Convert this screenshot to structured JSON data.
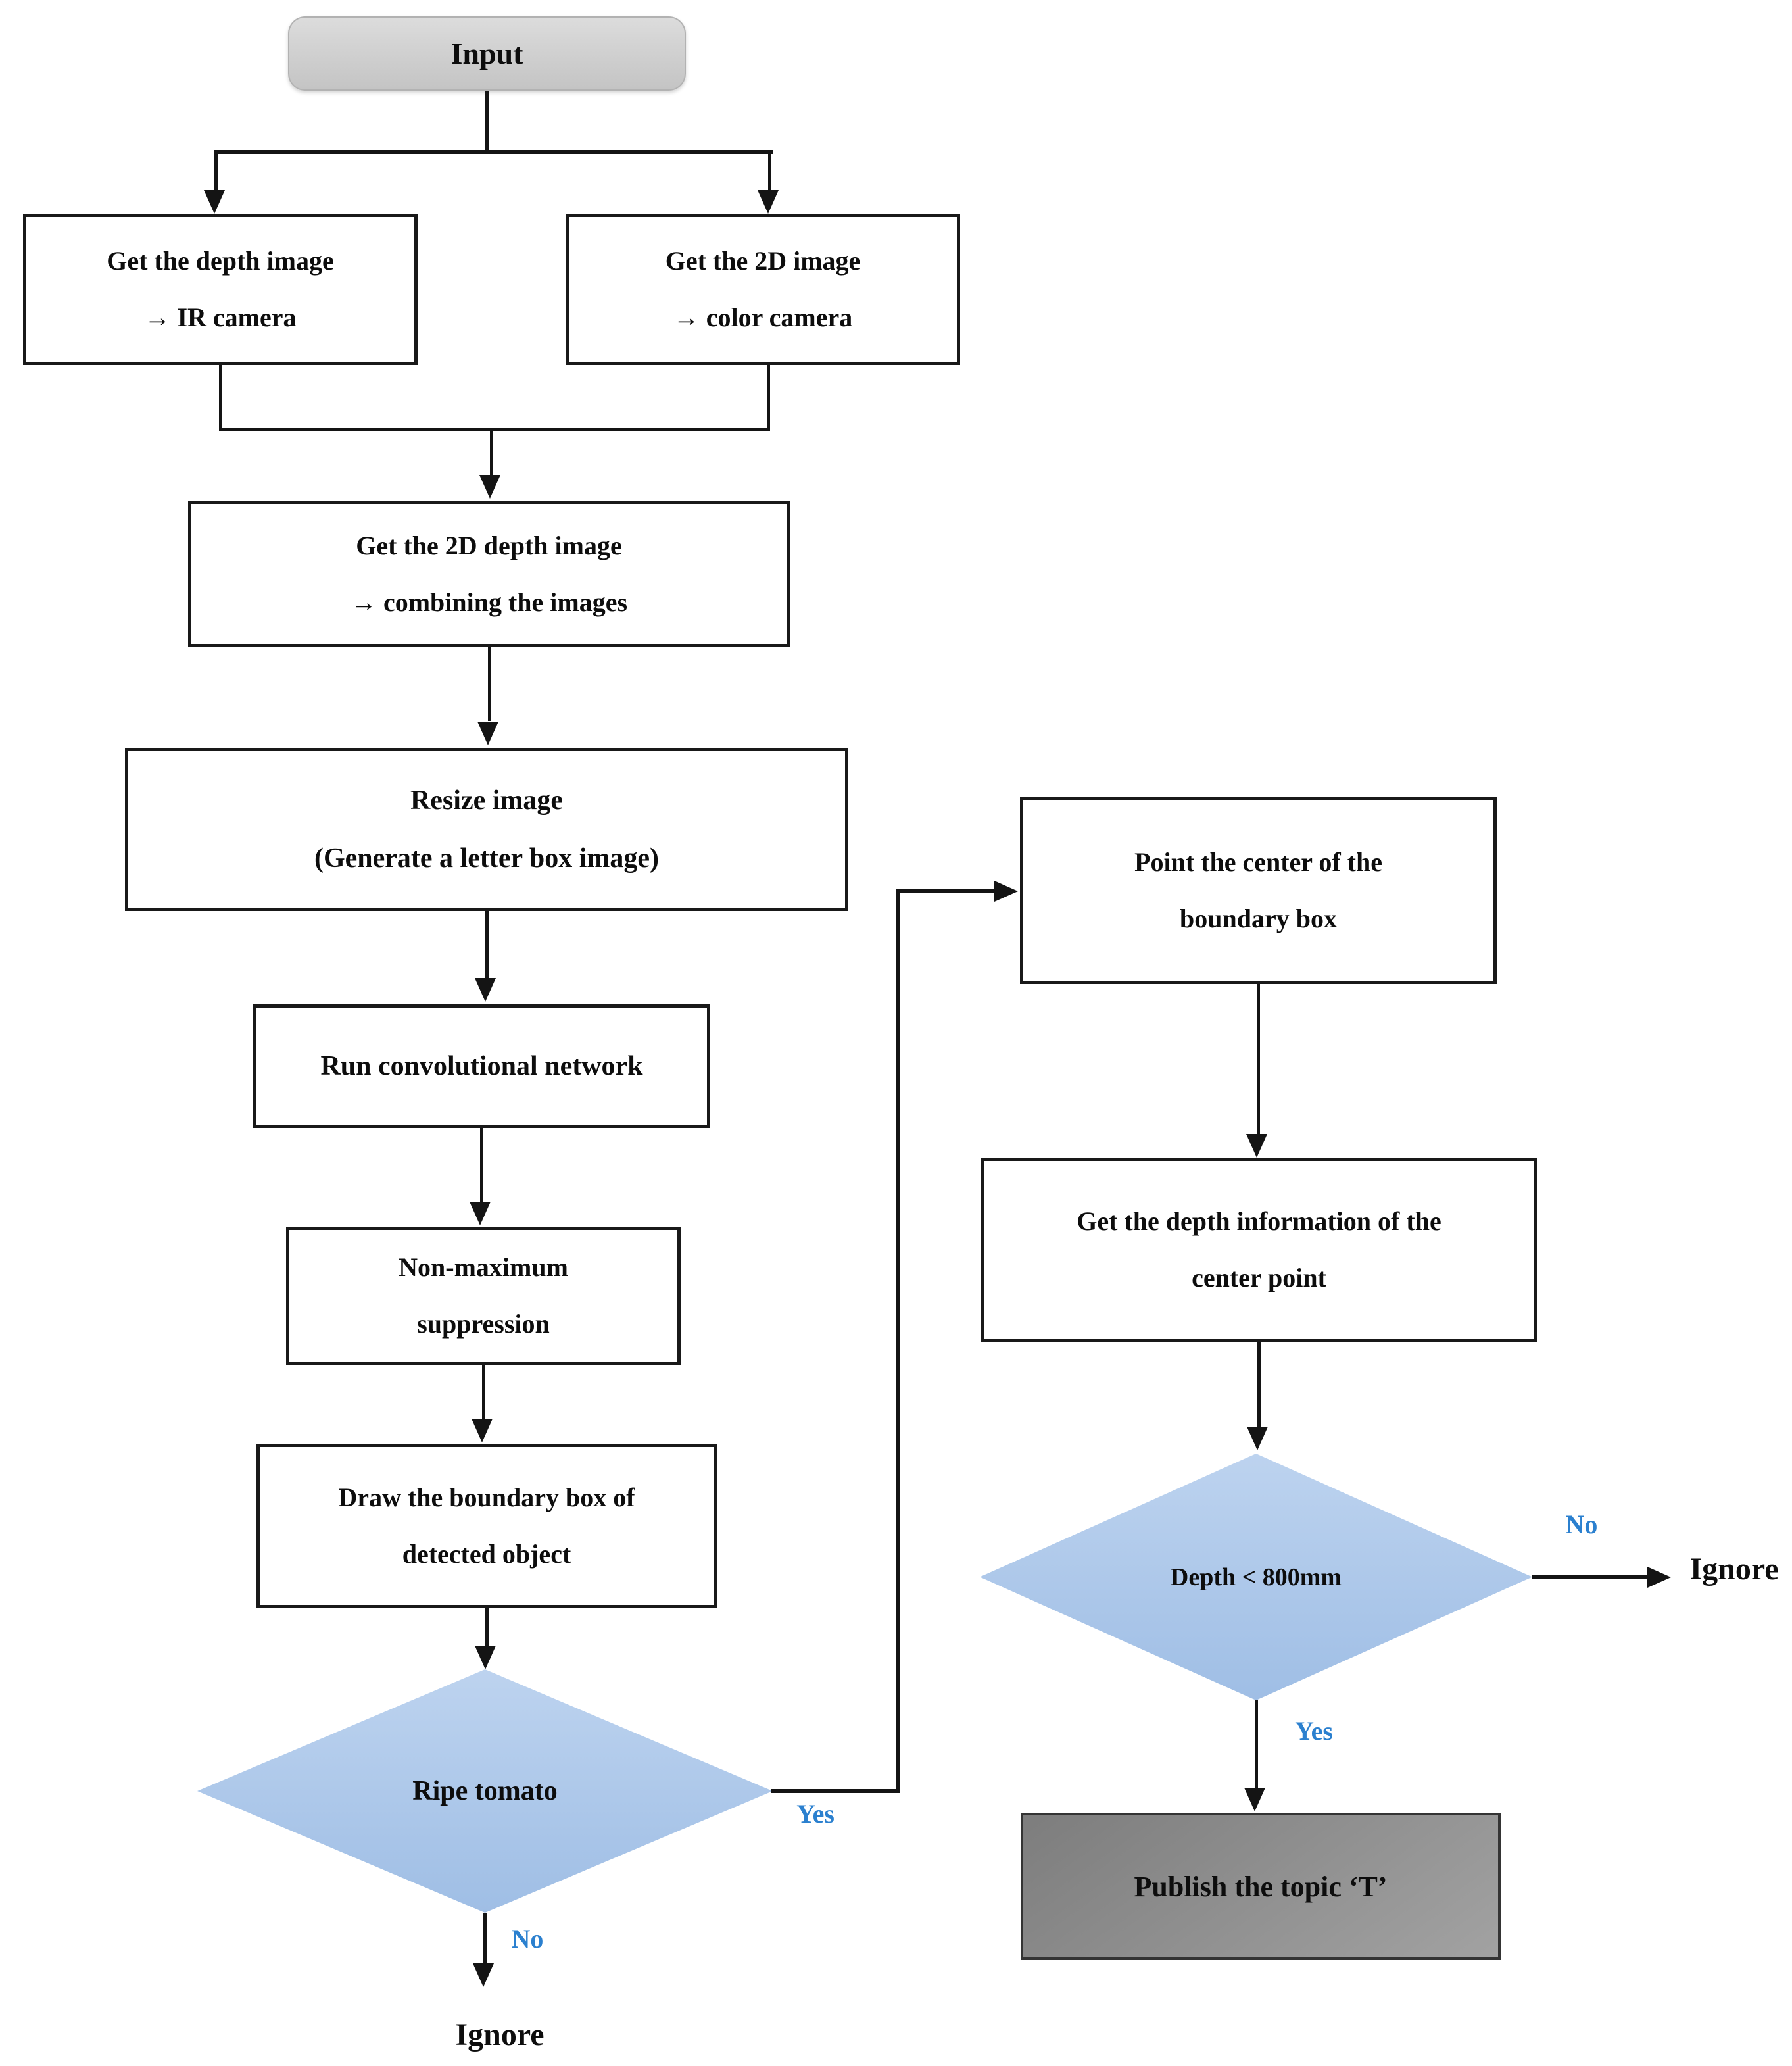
{
  "flowchart": {
    "nodes": {
      "input": {
        "label": "Input"
      },
      "get_depth_image": {
        "line1": "Get the depth image",
        "line2": "→ IR camera"
      },
      "get_2d_image": {
        "line1": "Get the 2D image",
        "line2": "→ color camera"
      },
      "get_2d_depth_image": {
        "line1": "Get the 2D depth image",
        "line2": "→ combining the images"
      },
      "resize_image": {
        "line1": "Resize image",
        "line2": "(Generate a letter box image)"
      },
      "run_network": {
        "label": "Run convolutional network"
      },
      "nms": {
        "line1": "Non-maximum",
        "line2": "suppression"
      },
      "draw_boundary_box": {
        "line1": "Draw the boundary box of",
        "line2": "detected object"
      },
      "ripe_tomato_decision": {
        "label": "Ripe tomato"
      },
      "point_center": {
        "line1": "Point the center of the",
        "line2": "boundary box"
      },
      "get_depth_info": {
        "line1": "Get the depth information of the",
        "line2": "center point"
      },
      "depth_decision": {
        "label": "Depth < 800mm"
      },
      "publish_topic": {
        "label": "Publish the topic ‘T’"
      },
      "ignore_left": {
        "label": "Ignore"
      },
      "ignore_right": {
        "label": "Ignore"
      }
    },
    "edge_labels": {
      "ripe_yes": "Yes",
      "ripe_no": "No",
      "depth_yes": "Yes",
      "depth_no": "No"
    }
  },
  "colors": {
    "text_color": "#0d0d0d",
    "line_color": "#141414",
    "process_border": "#191919",
    "label_blue": "#2b80cf",
    "decision_fill_top": "#bdd3ef",
    "decision_fill_bottom": "#9fbee5",
    "input_fill_top": "#dcdcdc",
    "input_fill_bottom": "#c4c4c4",
    "terminal_fill_top": "#7d7d7d",
    "terminal_fill_bottom": "#a2a2a2"
  }
}
